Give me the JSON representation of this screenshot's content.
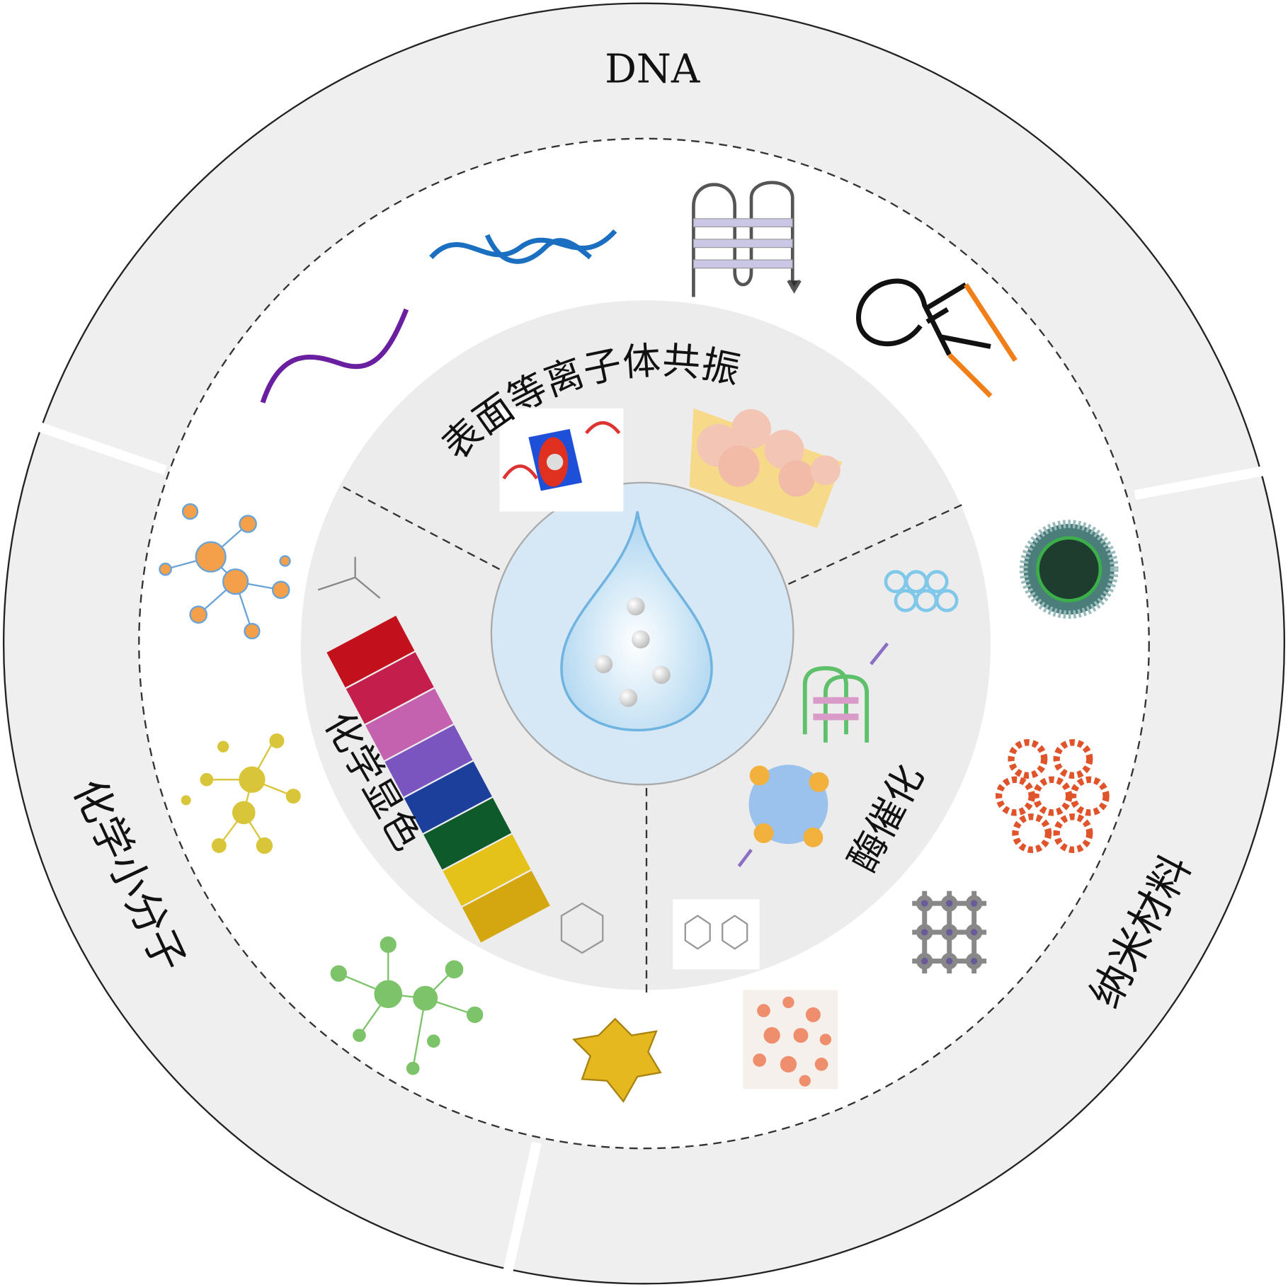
{
  "title": "",
  "outer_ring": {
    "top": "DNA",
    "left": "化学小分子",
    "right": "纳米材料"
  },
  "inner_disk": {
    "top": "表面等离子体共振",
    "left": "化学显色",
    "right": "酶催化"
  },
  "colors": {
    "ring": "#efefef",
    "inner": "#ececec",
    "center": "#d6e8f5",
    "dna_purple": "#6a1fa0",
    "dna_blue": "#1a6fc0",
    "hairpin_orange": "#f07f1a"
  }
}
